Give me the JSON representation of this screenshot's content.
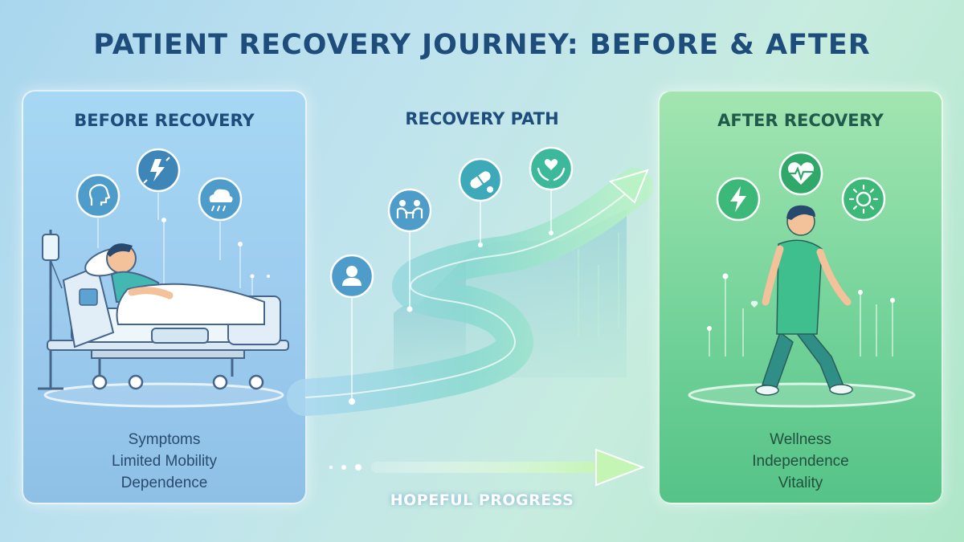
{
  "title": "PATIENT RECOVERY JOURNEY: BEFORE & AFTER",
  "before": {
    "heading": "BEFORE RECOVERY",
    "states": [
      "Symptoms",
      "Limited Mobility",
      "Dependence"
    ],
    "icons": [
      "head-icon",
      "pain-bolt-icon",
      "rain-cloud-icon"
    ]
  },
  "path": {
    "heading": "RECOVERY PATH",
    "icons": [
      "person-icon",
      "consultation-icon",
      "medication-pill-icon",
      "care-hands-icon"
    ]
  },
  "after": {
    "heading": "AFTER RECOVERY",
    "states": [
      "Wellness",
      "Independence",
      "Vitality"
    ],
    "icons": [
      "energy-bolt-icon",
      "heart-pulse-icon",
      "sun-icon"
    ]
  },
  "progress": {
    "label": "HOPEFUL PROGRESS"
  },
  "colors": {
    "title": "#1e4d7c",
    "before_panel": "#9ccbee",
    "after_panel": "#74d39a",
    "icon_blue": "#4d9cc9",
    "icon_green": "#3cb878",
    "path": "#8fe0c8"
  }
}
